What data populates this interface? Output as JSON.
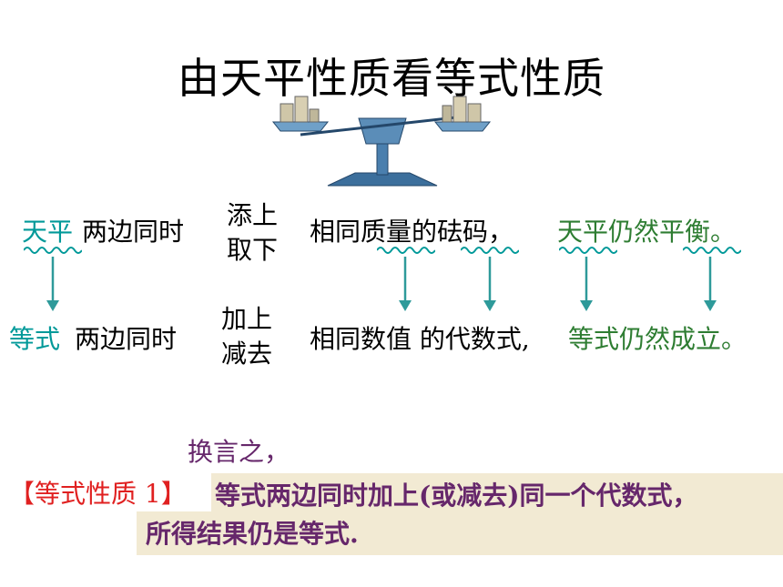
{
  "title": "由天平性质看等式性质",
  "colors": {
    "teal": "#009999",
    "green": "#2e7d32",
    "purple": "#66276b",
    "red": "#e02020",
    "note_bg": "#f2ead3",
    "balance_blue": "#5b8db8"
  },
  "row1": {
    "a": "天平",
    "b": "两边同时",
    "action_top": "添上",
    "action_bottom": "取下",
    "c": "相同质量的砝码，",
    "d": "天平仍然平衡。"
  },
  "row2": {
    "a": "等式",
    "b": "两边同时",
    "action_top": "加上",
    "action_bottom": "减去",
    "c": "相同数值 的代数式,",
    "d": "等式仍然成立。"
  },
  "in_other_words": "换言之，",
  "property": {
    "label": "【等式性质 1】",
    "line1": "等式两边同时加上(或减去)同一个代数式，",
    "line2": "所得结果仍是等式."
  }
}
